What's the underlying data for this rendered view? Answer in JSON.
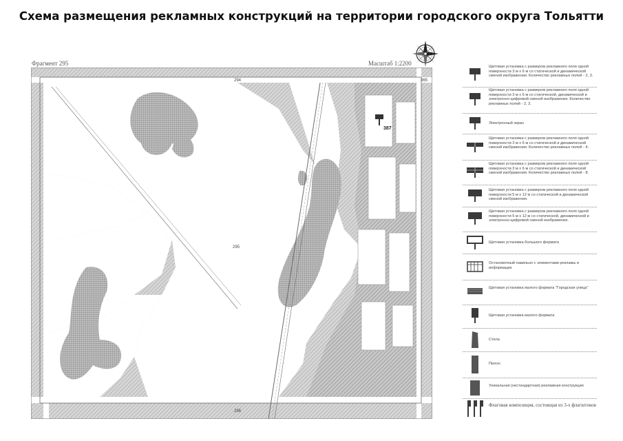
{
  "page_title": "Схема размещения рекламных конструкций на территории городского округа Тольятти",
  "map": {
    "fragment_label": "Фрагмент 295",
    "scale_label": "Масштаб 1:2200",
    "neighbor_top": "294",
    "neighbor_top_right": "365",
    "neighbor_bottom": "296",
    "center_label": "295",
    "construction_id": "387",
    "icons": {
      "compass": "compass-rose-icon"
    }
  },
  "legend": {
    "items": [
      {
        "icon": "billboard-3x6-static-icon",
        "text": "Щитовая установка с размером рекламного поля одной поверхности 3 м х 6 м со статической и динамической сменой изображения. Количество рекламных полей - 2, 3."
      },
      {
        "icon": "billboard-3x6-digital-icon",
        "text": "Щитовая установка с размером рекламного поля одной поверхности 3 м х 6 м со статической, динамической и электронно-цифровой сменой изображения. Количество рекламных полей - 2, 3."
      },
      {
        "icon": "electronic-screen-icon",
        "text": "Электронный экран"
      },
      {
        "icon": "billboard-4-fields-icon",
        "text": "Щитовая установка с размером рекламного поля одной поверхности 3 м х 6 м со статической и динамической сменой изображения. Количество рекламных полей - 4."
      },
      {
        "icon": "billboard-8-fields-icon",
        "text": "Щитовая установка с размером рекламного поля одной поверхности 3 м х 6 м со статической и динамической сменой изображения. Количество рекламных полей - 8."
      },
      {
        "icon": "billboard-5x12-static-icon",
        "text": "Щитовая установка с размером рекламного поля одной поверхности 5 м х 12 м со статической и динамической сменой изображения."
      },
      {
        "icon": "billboard-5x12-digital-icon",
        "text": "Щитовая установка с размером рекламного поля одной поверхности 5 м х 12 м со статической, динамической и электронно-цифровой сменой изображения."
      },
      {
        "icon": "large-format-billboard-icon",
        "text": "Щитовая установка большого формата"
      },
      {
        "icon": "pavilion-icon",
        "text": "Остановочный павильон с элементами рекламы и информации"
      },
      {
        "icon": "city-format-icon",
        "text": "Щитовая установка малого формата \"Городская улица\""
      },
      {
        "icon": "small-format-icon",
        "text": "Щитовая установка малого формата"
      },
      {
        "icon": "stele-icon",
        "text": "Стела"
      },
      {
        "icon": "pylon-icon",
        "text": "Пилон"
      },
      {
        "icon": "unique-construction-icon",
        "text": "Уникальная (нестандартная) рекламная конструкция"
      },
      {
        "icon": "flag-composition-icon",
        "text": "Флаговая композиция, состоящая из 3-х флагштоков"
      }
    ]
  }
}
